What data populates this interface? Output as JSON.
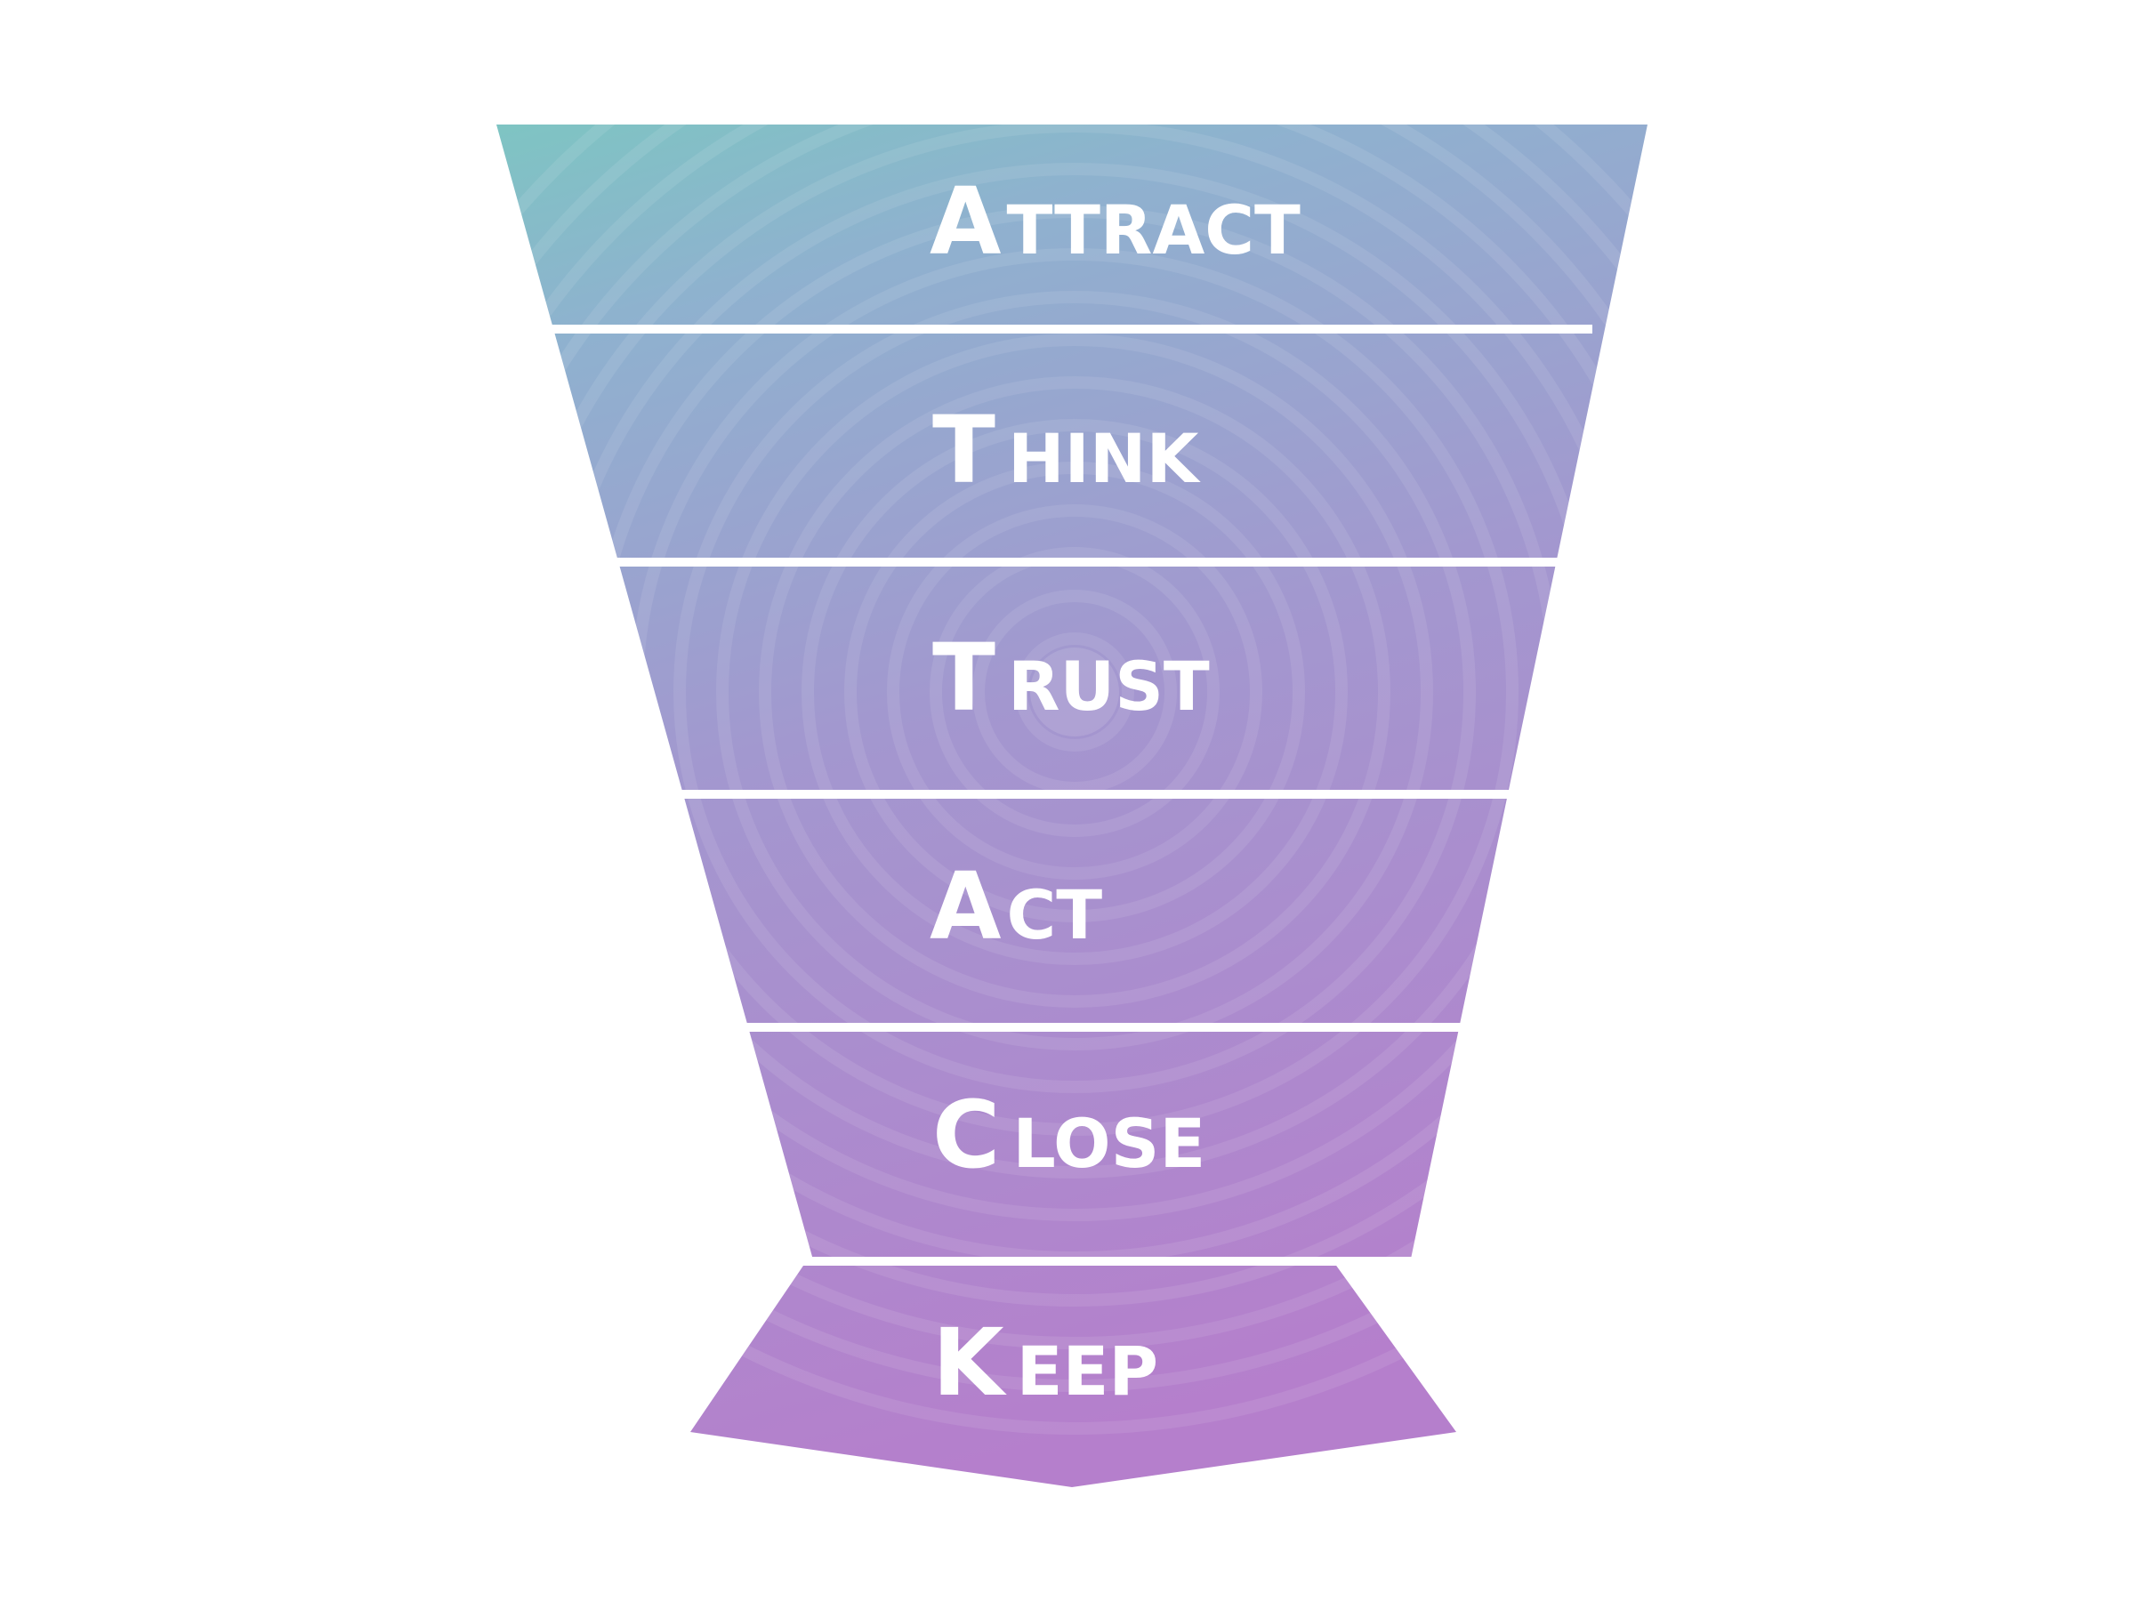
{
  "diagram": {
    "stages": [
      {
        "initial": "A",
        "rest": "TTRACT"
      },
      {
        "initial": "T",
        "rest": "HINK"
      },
      {
        "initial": "T",
        "rest": "RUST"
      },
      {
        "initial": "A",
        "rest": "CT"
      },
      {
        "initial": "C",
        "rest": "LOSE"
      },
      {
        "initial": "K",
        "rest": "EEP"
      }
    ],
    "colors": {
      "top_left": "#7cc7c1",
      "top_right": "#8fb1cf",
      "middle": "#a397cf",
      "bottom": "#b57fcc",
      "separator": "#ffffff",
      "text": "#ffffff"
    }
  }
}
